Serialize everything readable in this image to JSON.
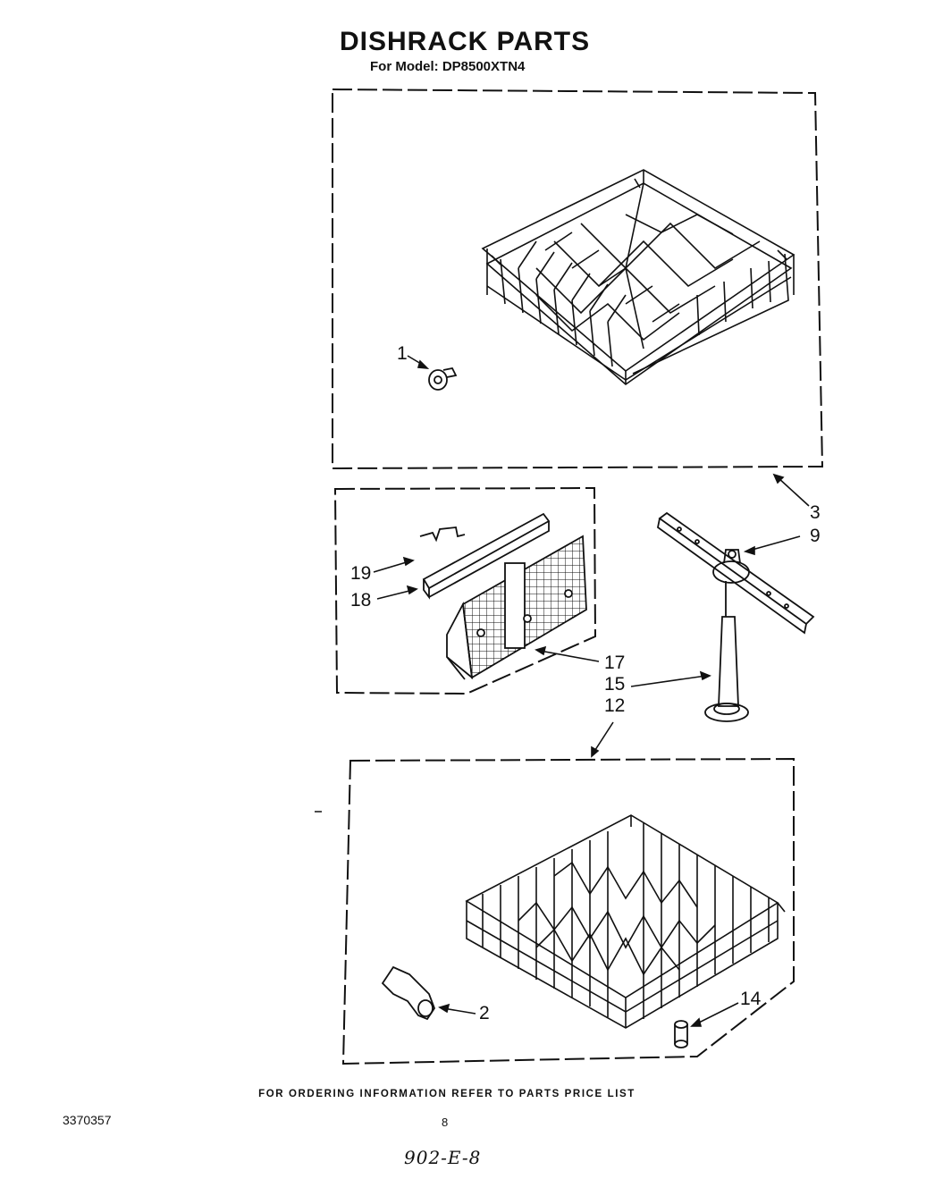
{
  "header": {
    "title": "DISHRACK PARTS",
    "model": "For Model: DP8500XTN4"
  },
  "callouts": {
    "c1": "1",
    "c2": "2",
    "c3": "3",
    "c9": "9",
    "c12": "12",
    "c14": "14",
    "c15": "15",
    "c17": "17",
    "c18": "18",
    "c19": "19"
  },
  "footer": {
    "ordering_info": "FOR ORDERING INFORMATION REFER TO PARTS PRICE LIST",
    "document_number": "3370357",
    "page_number": "8",
    "handwritten_note": "902-E-8"
  },
  "colors": {
    "ink": "#111111"
  }
}
